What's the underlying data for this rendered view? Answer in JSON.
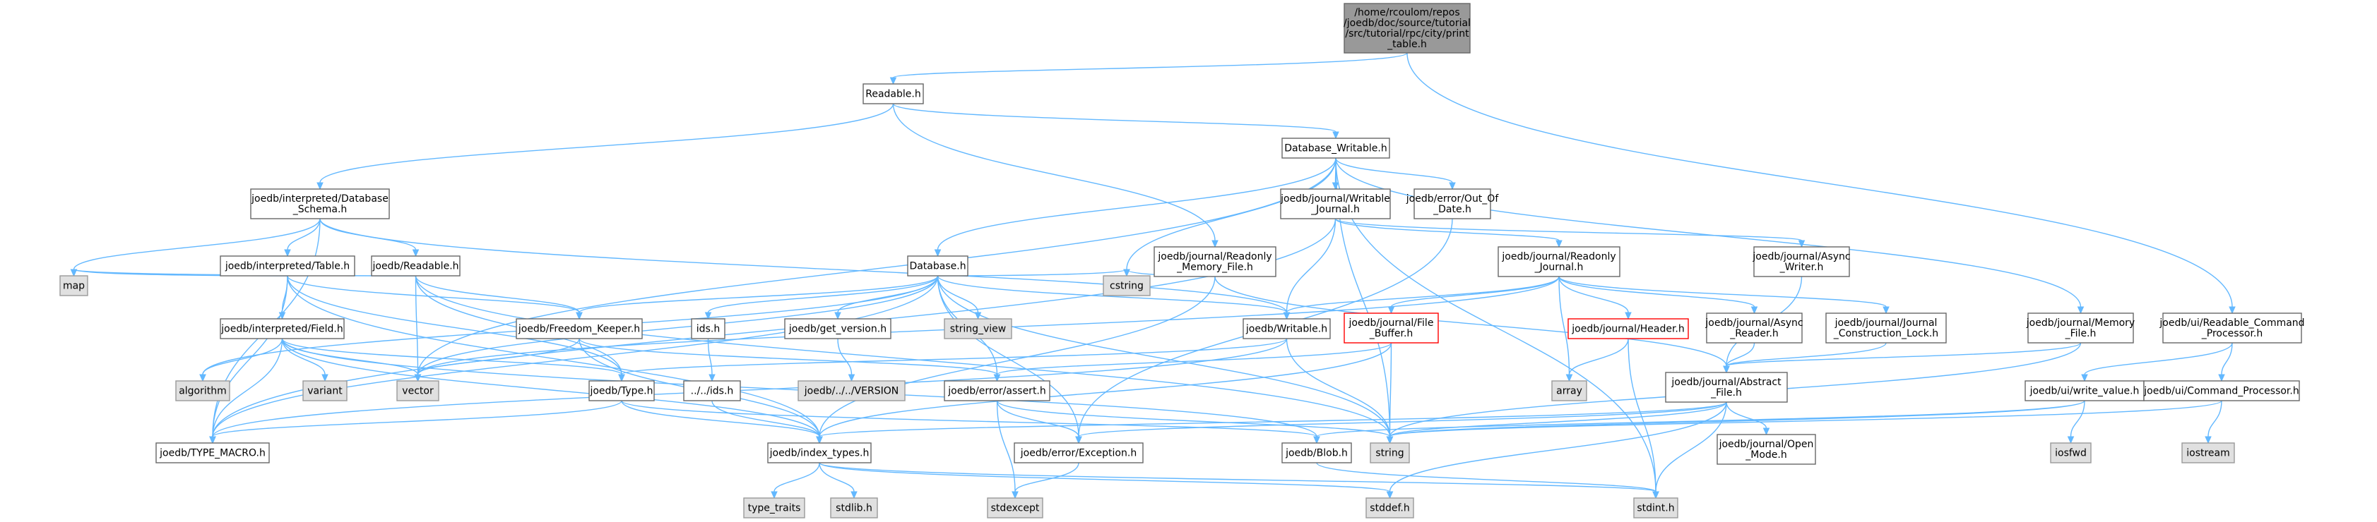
{
  "graph": {
    "nodes": [
      {
        "id": "root",
        "lines": [
          "/home/rcoulom/repos",
          "/joedb/doc/source/tutorial",
          "/src/tutorial/rpc/city/print",
          "_table.h"
        ],
        "style": "root"
      },
      {
        "id": "readable_h",
        "lines": [
          "Readable.h"
        ],
        "style": "normal"
      },
      {
        "id": "database_writable_h",
        "lines": [
          "Database_Writable.h"
        ],
        "style": "normal"
      },
      {
        "id": "interp_db_schema",
        "lines": [
          "joedb/interpreted/Database",
          "_Schema.h"
        ],
        "style": "normal"
      },
      {
        "id": "journal_writable",
        "lines": [
          "joedb/journal/Writable",
          "_Journal.h"
        ],
        "style": "normal"
      },
      {
        "id": "error_out_of_date",
        "lines": [
          "joedb/error/Out_Of",
          "_Date.h"
        ],
        "style": "normal"
      },
      {
        "id": "ui_readable_cp",
        "lines": [
          "joedb/ui/Readable_Command",
          "_Processor.h"
        ],
        "style": "normal"
      },
      {
        "id": "interp_table",
        "lines": [
          "joedb/interpreted/Table.h"
        ],
        "style": "normal"
      },
      {
        "id": "joedb_readable",
        "lines": [
          "joedb/Readable.h"
        ],
        "style": "normal"
      },
      {
        "id": "database_h",
        "lines": [
          "Database.h"
        ],
        "style": "normal"
      },
      {
        "id": "journal_ro_mem",
        "lines": [
          "joedb/journal/Readonly",
          "_Memory_File.h"
        ],
        "style": "normal"
      },
      {
        "id": "journal_ro_journal",
        "lines": [
          "joedb/journal/Readonly",
          "_Journal.h"
        ],
        "style": "normal"
      },
      {
        "id": "journal_async_writer",
        "lines": [
          "joedb/journal/Async",
          "_Writer.h"
        ],
        "style": "normal"
      },
      {
        "id": "journal_memory_file",
        "lines": [
          "joedb/journal/Memory",
          "_File.h"
        ],
        "style": "normal"
      },
      {
        "id": "map",
        "lines": [
          "map"
        ],
        "style": "system"
      },
      {
        "id": "interp_field",
        "lines": [
          "joedb/interpreted/Field.h"
        ],
        "style": "normal"
      },
      {
        "id": "freedom_keeper",
        "lines": [
          "joedb/Freedom_Keeper.h"
        ],
        "style": "normal"
      },
      {
        "id": "ids_h",
        "lines": [
          "ids.h"
        ],
        "style": "normal"
      },
      {
        "id": "get_version",
        "lines": [
          "joedb/get_version.h"
        ],
        "style": "normal"
      },
      {
        "id": "string_view",
        "lines": [
          "string_view"
        ],
        "style": "system"
      },
      {
        "id": "cstring",
        "lines": [
          "cstring"
        ],
        "style": "system"
      },
      {
        "id": "writable_h",
        "lines": [
          "joedb/Writable.h"
        ],
        "style": "normal"
      },
      {
        "id": "journal_file_buffer",
        "lines": [
          "joedb/journal/File",
          "_Buffer.h"
        ],
        "style": "red"
      },
      {
        "id": "journal_header",
        "lines": [
          "joedb/journal/Header.h"
        ],
        "style": "red"
      },
      {
        "id": "journal_async_reader",
        "lines": [
          "joedb/journal/Async",
          "_Reader.h"
        ],
        "style": "normal"
      },
      {
        "id": "journal_construction_lock",
        "lines": [
          "joedb/journal/Journal",
          "_Construction_Lock.h"
        ],
        "style": "normal"
      },
      {
        "id": "algorithm",
        "lines": [
          "algorithm"
        ],
        "style": "system"
      },
      {
        "id": "variant",
        "lines": [
          "variant"
        ],
        "style": "system"
      },
      {
        "id": "vector",
        "lines": [
          "vector"
        ],
        "style": "system"
      },
      {
        "id": "type_h",
        "lines": [
          "joedb/Type.h"
        ],
        "style": "normal"
      },
      {
        "id": "rel_ids_h",
        "lines": [
          "../../ids.h"
        ],
        "style": "normal"
      },
      {
        "id": "version_file",
        "lines": [
          "joedb/../../VERSION"
        ],
        "style": "system"
      },
      {
        "id": "error_assert",
        "lines": [
          "joedb/error/assert.h"
        ],
        "style": "normal"
      },
      {
        "id": "array",
        "lines": [
          "array"
        ],
        "style": "system"
      },
      {
        "id": "journal_abstract_file",
        "lines": [
          "joedb/journal/Abstract",
          "_File.h"
        ],
        "style": "normal"
      },
      {
        "id": "ui_write_value",
        "lines": [
          "joedb/ui/write_value.h"
        ],
        "style": "normal"
      },
      {
        "id": "ui_command_processor",
        "lines": [
          "joedb/ui/Command_Processor.h"
        ],
        "style": "normal"
      },
      {
        "id": "iosfwd",
        "lines": [
          "iosfwd"
        ],
        "style": "system"
      },
      {
        "id": "iostream",
        "lines": [
          "iostream"
        ],
        "style": "system"
      },
      {
        "id": "type_macro",
        "lines": [
          "joedb/TYPE_MACRO.h"
        ],
        "style": "normal"
      },
      {
        "id": "index_types",
        "lines": [
          "joedb/index_types.h"
        ],
        "style": "normal"
      },
      {
        "id": "error_exception",
        "lines": [
          "joedb/error/Exception.h"
        ],
        "style": "normal"
      },
      {
        "id": "blob_h",
        "lines": [
          "joedb/Blob.h"
        ],
        "style": "normal"
      },
      {
        "id": "string",
        "lines": [
          "string"
        ],
        "style": "system"
      },
      {
        "id": "journal_open_mode",
        "lines": [
          "joedb/journal/Open",
          "_Mode.h"
        ],
        "style": "normal"
      },
      {
        "id": "type_traits",
        "lines": [
          "type_traits"
        ],
        "style": "system"
      },
      {
        "id": "stdlib_h",
        "lines": [
          "stdlib.h"
        ],
        "style": "system"
      },
      {
        "id": "stdexcept",
        "lines": [
          "stdexcept"
        ],
        "style": "system"
      },
      {
        "id": "stddef_h",
        "lines": [
          "stddef.h"
        ],
        "style": "system"
      },
      {
        "id": "stdint_h",
        "lines": [
          "stdint.h"
        ],
        "style": "system"
      }
    ],
    "edges": [
      [
        "root",
        "readable_h"
      ],
      [
        "root",
        "ui_readable_cp"
      ],
      [
        "readable_h",
        "database_writable_h"
      ],
      [
        "readable_h",
        "interp_db_schema"
      ],
      [
        "readable_h",
        "journal_ro_mem"
      ],
      [
        "database_writable_h",
        "database_h"
      ],
      [
        "database_writable_h",
        "journal_writable"
      ],
      [
        "database_writable_h",
        "error_out_of_date"
      ],
      [
        "database_writable_h",
        "journal_memory_file"
      ],
      [
        "database_writable_h",
        "cstring"
      ],
      [
        "database_writable_h",
        "vector"
      ],
      [
        "database_writable_h",
        "string"
      ],
      [
        "database_writable_h",
        "stdint_h"
      ],
      [
        "interp_db_schema",
        "interp_table"
      ],
      [
        "interp_db_schema",
        "joedb_readable"
      ],
      [
        "interp_db_schema",
        "map"
      ],
      [
        "interp_db_schema",
        "type_macro"
      ],
      [
        "interp_db_schema",
        "writable_h"
      ],
      [
        "journal_writable",
        "journal_ro_journal"
      ],
      [
        "journal_writable",
        "journal_async_writer"
      ],
      [
        "journal_writable",
        "writable_h"
      ],
      [
        "journal_writable",
        "type_macro"
      ],
      [
        "error_out_of_date",
        "error_exception"
      ],
      [
        "ui_readable_cp",
        "ui_write_value"
      ],
      [
        "ui_readable_cp",
        "ui_command_processor"
      ],
      [
        "interp_table",
        "interp_field"
      ],
      [
        "interp_table",
        "freedom_keeper"
      ],
      [
        "interp_table",
        "map"
      ],
      [
        "interp_table",
        "type_macro"
      ],
      [
        "interp_table",
        "type_h"
      ],
      [
        "interp_table",
        "index_types"
      ],
      [
        "joedb_readable",
        "freedom_keeper"
      ],
      [
        "joedb_readable",
        "type_h"
      ],
      [
        "joedb_readable",
        "map"
      ],
      [
        "joedb_readable",
        "string"
      ],
      [
        "joedb_readable",
        "vector"
      ],
      [
        "database_h",
        "freedom_keeper"
      ],
      [
        "database_h",
        "ids_h"
      ],
      [
        "database_h",
        "get_version"
      ],
      [
        "database_h",
        "string_view"
      ],
      [
        "database_h",
        "cstring"
      ],
      [
        "database_h",
        "error_assert"
      ],
      [
        "database_h",
        "error_exception"
      ],
      [
        "database_h",
        "vector"
      ],
      [
        "database_h",
        "algorithm"
      ],
      [
        "database_h",
        "type_macro"
      ],
      [
        "database_h",
        "string"
      ],
      [
        "database_h",
        "writable_h"
      ],
      [
        "journal_ro_mem",
        "cstring"
      ],
      [
        "journal_ro_mem",
        "journal_abstract_file"
      ],
      [
        "journal_ro_mem",
        "index_types"
      ],
      [
        "journal_ro_journal",
        "writable_h"
      ],
      [
        "journal_ro_journal",
        "journal_file_buffer"
      ],
      [
        "journal_ro_journal",
        "journal_header"
      ],
      [
        "journal_ro_journal",
        "journal_async_reader"
      ],
      [
        "journal_ro_journal",
        "journal_construction_lock"
      ],
      [
        "journal_ro_journal",
        "array"
      ],
      [
        "journal_ro_journal",
        "vector"
      ],
      [
        "journal_async_writer",
        "journal_abstract_file"
      ],
      [
        "journal_memory_file",
        "journal_abstract_file"
      ],
      [
        "journal_memory_file",
        "string"
      ],
      [
        "interp_field",
        "algorithm"
      ],
      [
        "interp_field",
        "variant"
      ],
      [
        "interp_field",
        "vector"
      ],
      [
        "interp_field",
        "type_h"
      ],
      [
        "interp_field",
        "type_macro"
      ],
      [
        "interp_field",
        "index_types"
      ],
      [
        "interp_field",
        "blob_h"
      ],
      [
        "freedom_keeper",
        "index_types"
      ],
      [
        "freedom_keeper",
        "error_assert"
      ],
      [
        "freedom_keeper",
        "vector"
      ],
      [
        "ids_h",
        "rel_ids_h"
      ],
      [
        "get_version",
        "version_file"
      ],
      [
        "writable_h",
        "type_h"
      ],
      [
        "writable_h",
        "string"
      ],
      [
        "writable_h",
        "type_macro"
      ],
      [
        "journal_file_buffer",
        "error_assert"
      ],
      [
        "journal_file_buffer",
        "string"
      ],
      [
        "journal_file_buffer",
        "index_types"
      ],
      [
        "journal_header",
        "array"
      ],
      [
        "journal_header",
        "stdint_h"
      ],
      [
        "journal_async_reader",
        "journal_abstract_file"
      ],
      [
        "journal_construction_lock",
        "journal_abstract_file"
      ],
      [
        "type_h",
        "index_types"
      ],
      [
        "type_h",
        "type_macro"
      ],
      [
        "type_h",
        "blob_h"
      ],
      [
        "rel_ids_h",
        "index_types"
      ],
      [
        "error_assert",
        "error_exception"
      ],
      [
        "error_assert",
        "stdexcept"
      ],
      [
        "error_assert",
        "string"
      ],
      [
        "journal_abstract_file",
        "journal_open_mode"
      ],
      [
        "journal_abstract_file",
        "error_exception"
      ],
      [
        "journal_abstract_file",
        "index_types"
      ],
      [
        "journal_abstract_file",
        "string"
      ],
      [
        "journal_abstract_file",
        "stdint_h"
      ],
      [
        "journal_abstract_file",
        "stddef_h"
      ],
      [
        "ui_write_value",
        "iosfwd"
      ],
      [
        "ui_write_value",
        "string"
      ],
      [
        "ui_write_value",
        "blob_h"
      ],
      [
        "ui_command_processor",
        "iostream"
      ],
      [
        "ui_command_processor",
        "string"
      ],
      [
        "index_types",
        "type_traits"
      ],
      [
        "index_types",
        "stdlib_h"
      ],
      [
        "index_types",
        "stddef_h"
      ],
      [
        "index_types",
        "stdint_h"
      ],
      [
        "error_exception",
        "stdexcept"
      ],
      [
        "blob_h",
        "stdint_h"
      ]
    ],
    "colors": {
      "edge": "#63b8ff",
      "normal_fill": "#ffffff",
      "normal_stroke": "#666666",
      "root_fill": "#999999",
      "root_stroke": "#666666",
      "system_fill": "#e0e0e0",
      "system_stroke": "#999999",
      "red_fill": "#ffffff",
      "red_stroke": "#ff0000",
      "red_text": "#ff0000"
    }
  }
}
